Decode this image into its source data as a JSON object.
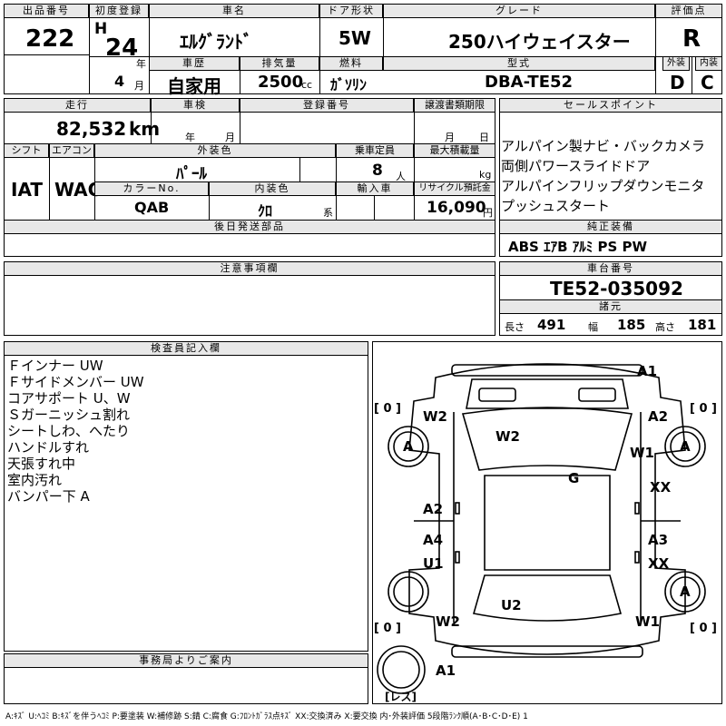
{
  "labels": {
    "lot_no": "出品番号",
    "first_reg": "初度登録",
    "car_name": "車名",
    "door": "ドア形状",
    "grade": "グレード",
    "score": "評価点",
    "history": "車歴",
    "displacement": "排気量",
    "fuel": "燃料",
    "model": "型式",
    "exterior": "外装",
    "interior": "内装",
    "mileage": "走行",
    "inspection": "車検",
    "reg_no": "登録番号",
    "transfer": "譲渡書類期限",
    "sales_point": "セールスポイント",
    "shift": "シフト",
    "aircon": "エアコン",
    "ext_color": "外装色",
    "capacity": "乗車定員",
    "max_load": "最大積載量",
    "color_no": "カラーNo.",
    "int_color": "内装色",
    "import": "輸入車",
    "recycle": "リサイクル預託金",
    "later_parts": "後日発送部品",
    "genuine": "純正装備",
    "caution": "注意事項欄",
    "chassis": "車台番号",
    "specs": "諸元",
    "inspector": "検査員記入欄",
    "office": "事務局よりご案内"
  },
  "units": {
    "year": "年",
    "month": "月",
    "cc": "cc",
    "km": "km",
    "person": "人",
    "kg": "kg",
    "yen": "円",
    "kei": "系",
    "insp_year": "年",
    "insp_month": "月",
    "tr_month": "月",
    "tr_day": "日",
    "length": "長さ",
    "width": "幅",
    "height": "高さ"
  },
  "car": {
    "lot_no": "222",
    "era": "H",
    "year": "24",
    "month": "4",
    "name": "ｴﾙｸﾞﾗﾝﾄﾞ",
    "door": "5W",
    "grade": "250ハイウェイスター",
    "score": "R",
    "history": "自家用",
    "displacement": "2500",
    "fuel": "ｶﾞｿﾘﾝ",
    "model": "DBA-TE52",
    "exterior_grade": "D",
    "interior_grade": "C",
    "mileage": "82,532",
    "shift": "IAT",
    "aircon": "WAC",
    "ext_color": "ﾊﾟｰﾙ",
    "capacity": "8",
    "max_load": "",
    "color_no": "QAB",
    "int_color": "ｸﾛ",
    "recycle": "16,090",
    "chassis": "TE52-035092",
    "length": "491",
    "width": "185",
    "height": "181"
  },
  "sales_points": [
    "アルパイン製ナビ・バックカメラ",
    "両側パワースライドドア",
    "アルパインフリップダウンモニタ",
    "プッシュスタート"
  ],
  "genuine_equipment": "ABS ｴｱB ｱﾙﾐ PS PW",
  "inspector_notes": [
    "Ｆインナー UW",
    "Ｆサイドメンバー UW",
    "コアサポート U、W",
    "Ｓガーニッシュ割れ",
    "シートしわ、へたり",
    "ハンドルすれ",
    "天張すれ中",
    "室内汚れ",
    "バンパー下 A"
  ],
  "diagram": {
    "damage_codes": [
      "A1",
      "W2",
      "A2",
      "A",
      "W2",
      "W1",
      "A",
      "G",
      "XX",
      "A2",
      "A4",
      "A3",
      "U1",
      "XX",
      "U2",
      "A",
      "W2",
      "W1",
      "A1"
    ],
    "tire_labels": [
      "[ 0 ]",
      "[ 0 ]",
      "[ 0 ]",
      "[ 0 ]"
    ],
    "spare_label": "[レス]"
  },
  "legend": "A:ｷｽﾞ U:ﾍｺﾐ B:ｷｽﾞを伴うﾍｺﾐ P:要塗装 W:補修跡 S:錆 C:腐食 G:ﾌﾛﾝﾄｶﾞﾗｽ点ｷｽﾞ XX:交換済み X:要交換 内･外装評価 5段階ﾗﾝｸ順(A･B･C･D･E) 1"
}
